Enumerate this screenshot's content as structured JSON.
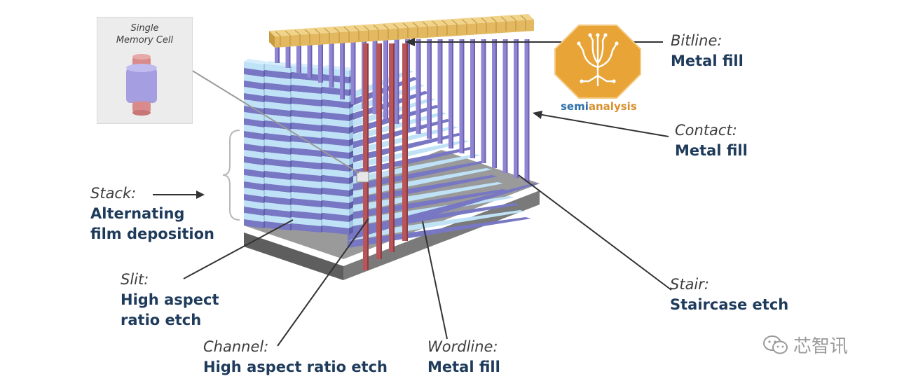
{
  "labels": {
    "bitline": {
      "title": "Bitline:",
      "desc": "Metal fill"
    },
    "contact": {
      "title": "Contact:",
      "desc": "Metal fill"
    },
    "stack": {
      "title": "Stack:",
      "desc1": "Alternating",
      "desc2": "film deposition"
    },
    "slit": {
      "title": "Slit:",
      "desc1": "High aspect",
      "desc2": "ratio etch"
    },
    "channel": {
      "title": "Channel:",
      "desc": "High aspect ratio etch"
    },
    "wordline": {
      "title": "Wordline:",
      "desc": "Metal fill"
    },
    "stair": {
      "title": "Stair:",
      "desc": "Staircase etch"
    }
  },
  "memory_cell": {
    "line1": "Single",
    "line2": "Memory Cell"
  },
  "logo": {
    "part1": "semi",
    "part2": "analysis",
    "icon": "tree-circuit-icon"
  },
  "watermark": {
    "icon": "wechat-icon",
    "text": "芯智讯"
  },
  "colors": {
    "layer_light": "#bfe2f7",
    "layer_dark": "#7777c4",
    "bitline_gold": "#e2b860",
    "channel_red": "#b8555a",
    "contact_purple": "#8f85d2",
    "label_blue": "#1f3b5c",
    "base_gray": "#6e6e6e"
  }
}
